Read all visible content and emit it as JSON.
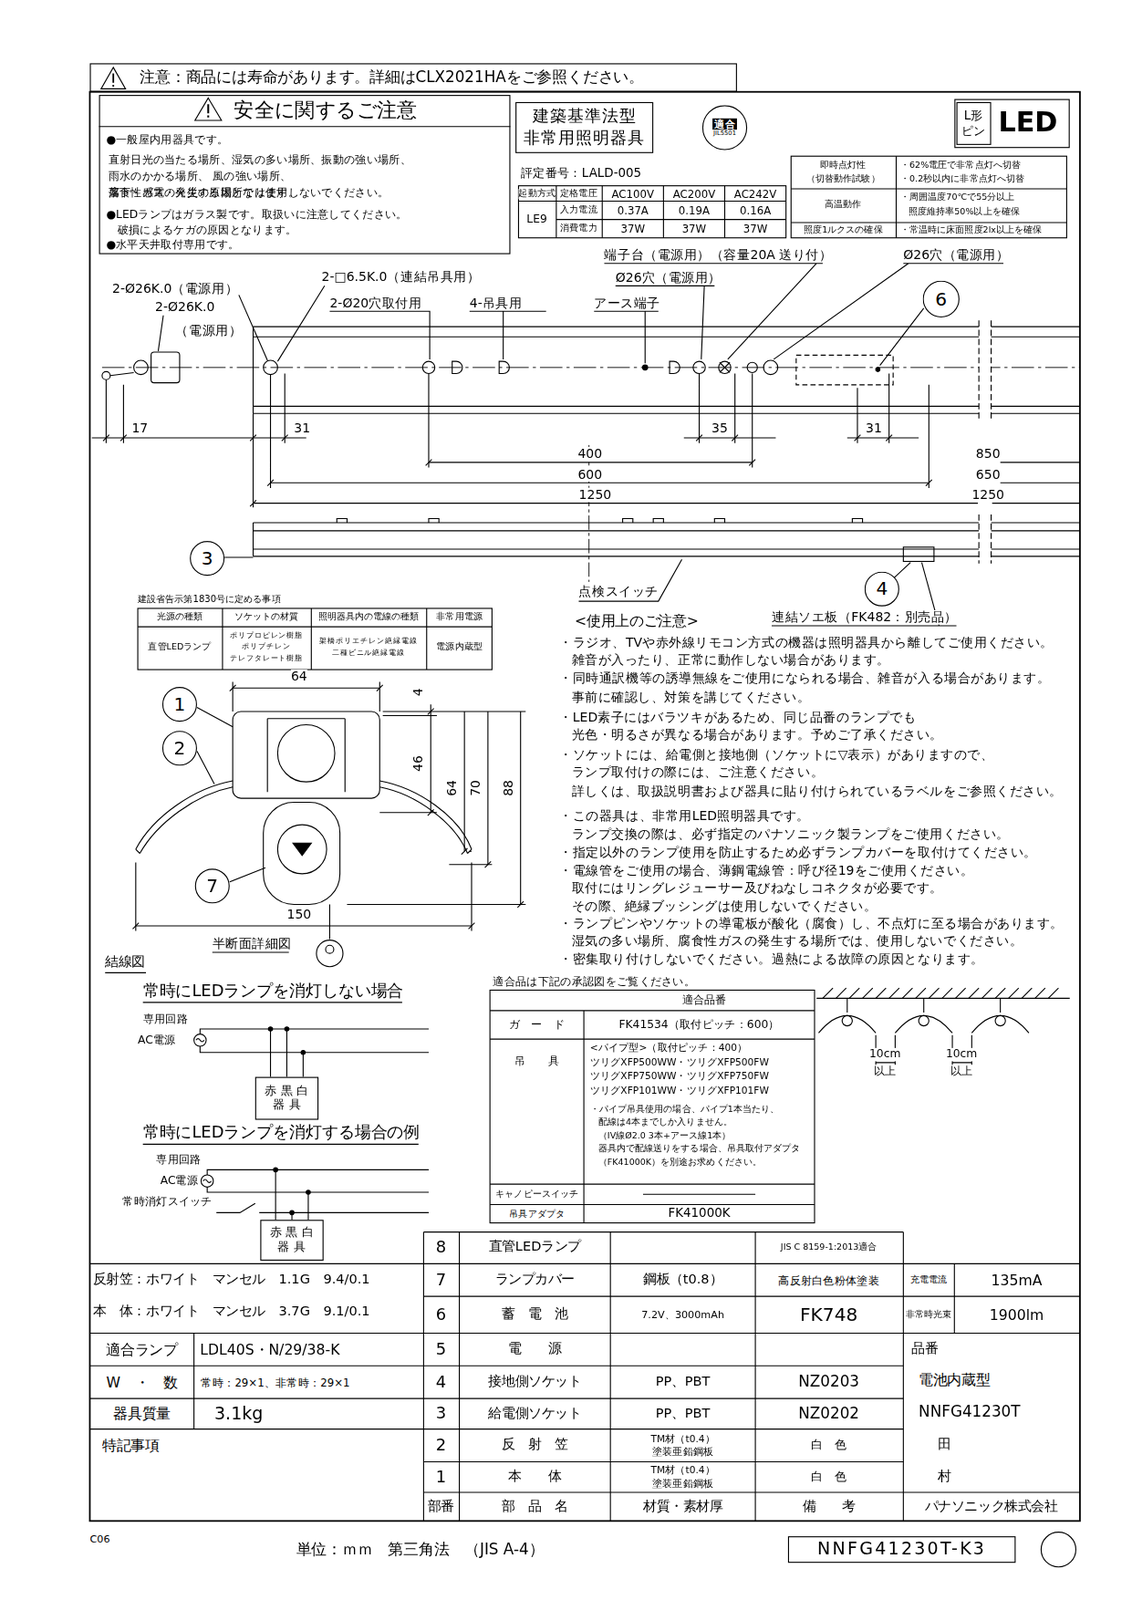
{
  "diagram": {
    "nodes": [
      {
        "text": [
          "注意：商品には寿命があります。詳細はCLX2021HAをご参照ください。"
        ]
      },
      {
        "text": [
          "安全に関するご注意",
          "●一般屋内用器具です。",
          "直射日光の当たる場所、湿気の多い場所、振動の強い場所、雨水のかかる場所、 風の強い場所、腐食性ガスの発生する場所では使用しないでください。",
          "落下・感電・火災の原因となります。",
          "●LEDランプはガラス製です。取扱いに注意してください。 破損によるケガの原因となります。",
          "●水平天井取付専用です。"
        ]
      },
      {
        "text": [
          "建築基準法型 非常用照明器具"
        ]
      },
      {
        "text": [
          "適合",
          "JIL5501"
        ]
      },
      {
        "text": [
          "LED"
        ]
      },
      {
        "text": [
          "L形 ピン"
        ],
        "in": 4
      },
      {
        "text": [
          "6"
        ]
      },
      {
        "text": [
          "3"
        ]
      },
      {
        "text": [
          "4"
        ]
      },
      {
        "text": [
          "1"
        ]
      },
      {
        "text": [
          "2"
        ]
      },
      {
        "text": [
          "7"
        ]
      },
      {
        "text": [
          "赤 黒 白",
          "器 具"
        ]
      },
      {
        "text": [
          "赤 黒 白",
          "器 具"
        ]
      },
      {
        "text": [
          "NNFG41230T-K3"
        ]
      }
    ],
    "labels": [
      "評定番号：LALD-005",
      "起動方式",
      "定格電圧",
      "AC100V",
      "AC200V",
      "AC242V",
      "LE9",
      "入力電流",
      "0.37A",
      "0.19A",
      "0.16A",
      "消費電力",
      "37W",
      "37W",
      "37W",
      "即時点灯性",
      "（切替動作試験）",
      "・62%電圧で非常点灯へ切替",
      "・0.2秒以内に非常点灯へ切替",
      "高温動作",
      "・周囲温度70℃で55分以上",
      "照度維持率50%以上を確保",
      "照度1ルクスの確保",
      "・常温時に床面照度2lx以上を確保",
      "2-Ø26K.0（電源用）",
      "2-Ø26K.0",
      "（電源用）",
      "2-□6.5K.0（連結吊具用）",
      "2-Ø20穴取付用",
      "4-吊具用",
      "アース端子",
      "端子台（電源用）（容量20A 送り付）",
      "Ø26穴（電源用）",
      "Ø26穴（電源用）",
      "17",
      "31",
      "35",
      "31",
      "400",
      "850",
      "600",
      "650",
      "1250",
      "1250",
      "点検スイッチ",
      "連結ソエ板（FK482：別売品）",
      "建設省告示第1830号に定める事項",
      "光源の種類",
      "ソケットの材質",
      "照明器具内の電線の種類",
      "非常用電源",
      "直管LEDランプ",
      "ポリプロピレン樹脂",
      "ポリブチレン",
      "テレフタレート樹脂",
      "架橋ポリエチレン絶縁電線",
      "二種ビニル絶縁電線",
      "電源内蔵型",
      "64",
      "4",
      "46",
      "64",
      "70",
      "88",
      "150",
      "半断面詳細図",
      "<使用上のご注意>",
      "・ラジオ、TVや赤外線リモコン方式の機器は照明器具から離してご使用ください。",
      "雑音が入ったり、正常に動作しない場合があります。",
      "・同時通訳機等の誘導無線をご使用になられる場合、雑音が入る場合があります。",
      "事前に確認し、対策を講じてください。",
      "・LED素子にはバラツキがあるため、同じ品番のランプでも",
      "光色・明るさが異なる場合があります。予めご了承ください。",
      "・ソケットには、給電側と接地側（ソケットに▽表示）がありますので、",
      "ランプ取付けの際には、ご注意ください。",
      "詳しくは、取扱説明書および器具に貼り付けられているラベルをご参照ください。",
      "・この器具は、非常用LED照明器具です。",
      "ランプ交換の際は、必ず指定のパナソニック製ランプをご使用ください。",
      "・指定以外のランプ使用を防止するため必ずランプカバーを取付けてください。",
      "・電線管をご使用の場合、薄鋼電線管：呼び径19をご使用ください。",
      "取付にはリングレジューサー及びねなしコネクタが必要です。",
      "その際、絶縁ブッシングは使用しないでください。",
      "・ランプピンやソケットの導電板が酸化（腐食）し、不点灯に至る場合があります。",
      "湿気の多い場所、腐食性ガスの発生する場所では、使用しないでください。",
      "・密集取り付けしないでください。過熱による故障の原因となります。",
      "適合品は下記の承認図をご覧ください。",
      "適合品番",
      "ガ　ー　ド",
      "FK41534（取付ピッチ：600）",
      "吊　　具",
      "<パイプ型>（取付ピッチ：400）",
      "ツリグXFP500WW・ツリグXFP500FW",
      "ツリグXFP750WW・ツリグXFP750FW",
      "ツリグXFP101WW・ツリグXFP101FW",
      "・パイプ吊具使用の場合、パイプ1本当たり、",
      "配線は4本までしか入りません。",
      "（IV線Ø2.0 3本+アース線1本）",
      "器具内で配線送りをする場合、吊具取付アダプタ",
      "（FK41000K）を別途お求めください。",
      "キャノピースイッチ",
      "吊具アダプタ",
      "FK41000K",
      "10cm",
      "以上",
      "10cm",
      "以上",
      "結線図",
      "常時にLEDランプを消灯しない場合",
      "専用回路",
      "AC電源",
      "常時にLEDランプを消灯する場合の例",
      "専用回路",
      "AC電源",
      "常時消灯スイッチ",
      "8",
      "直管LEDランプ",
      "JIS C 8159-1:2013適合",
      "7",
      "ランプカバー",
      "鋼板（t0.8）",
      "高反射白色粉体塗装",
      "充電電流",
      "135mA",
      "6",
      "蓄　電　池",
      "7.2V、3000mAh",
      "FK748",
      "非常時光束",
      "1900lm",
      "5",
      "電　　源",
      "品番",
      "4",
      "接地側ソケット",
      "PP、PBT",
      "NZ0203",
      "電池内蔵型",
      "3",
      "給電側ソケット",
      "PP、PBT",
      "NZ0202",
      "NNFG41230T",
      "2",
      "反　射　笠",
      "TM材（t0.4）",
      "塗装亜鉛鋼板",
      "白　色",
      "田",
      "1",
      "本　　体",
      "TM材（t0.4）",
      "塗装亜鉛鋼板",
      "白　色",
      "村",
      "部番",
      "部　品　名",
      "材質・素材厚",
      "備　　考",
      "パナソニック株式会社",
      "反射笠：ホワイト　マンセル　1.1G　9.4/0.1",
      "本　体：ホワイト　マンセル　3.7G　9.1/0.1",
      "適合ランプ",
      "LDL40S・N/29/38-K",
      "W　・　数",
      "常時：29×1、非常時：29×1",
      "器具質量",
      "3.1kg",
      "特記事項",
      "C06",
      "単位：ｍｍ　第三角法　（JIS A-4）"
    ]
  }
}
